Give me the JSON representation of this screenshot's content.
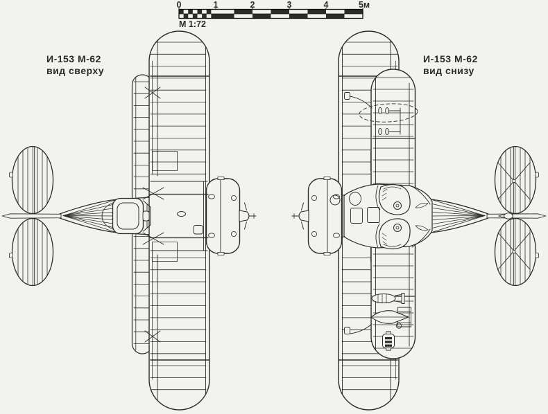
{
  "page": {
    "description": "I-153 M-62 biplane three-view style drawing: top view and bottom view with 1:72 scale bar",
    "colors": {
      "background": "#f2f2ee",
      "ink": "#2c2b28",
      "scalebar": "#101010"
    }
  },
  "scale": {
    "ticks": [
      "0",
      "1",
      "2",
      "3",
      "4",
      "5м"
    ],
    "ratio_label": "М 1:72"
  },
  "left_view": {
    "title": "И-153 М-62",
    "subtitle": "вид сверху"
  },
  "right_view": {
    "title": "И-153 М-62",
    "subtitle": "вид снизу"
  }
}
